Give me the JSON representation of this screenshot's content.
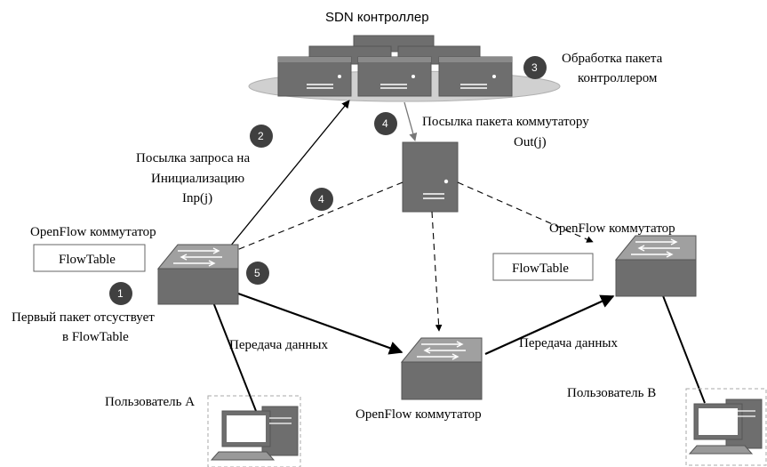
{
  "title": "SDN контроллер",
  "labels": {
    "controller_processing": [
      "Обработка пакета",
      "контроллером"
    ],
    "send_to_switch": [
      "Посылка пакета коммутатору",
      "Out(j)"
    ],
    "init_request": [
      "Посылка запроса на",
      "Инициализацию",
      "Inp(j)"
    ],
    "switch_left": "OpenFlow коммутатор",
    "switch_right": "OpenFlow коммутатор",
    "switch_bottom": "OpenFlow коммутатор",
    "flowtable_left": "FlowTable",
    "flowtable_right": "FlowTable",
    "first_packet": [
      "Первый пакет отсуствует",
      "в FlowTable"
    ],
    "data_left": "Передача данных",
    "data_right": "Передача данных",
    "user_a": "Пользователь А",
    "user_b": "Пользователь В"
  },
  "badges": {
    "b1": "1",
    "b2": "2",
    "b3": "3",
    "b4_top": "4",
    "b4_mid": "4",
    "b5": "5"
  },
  "colors": {
    "device_fill": "#6e6e6e",
    "device_top": "#a0a0a0",
    "badge": "#404040",
    "ellipse": "#d0d0d0"
  }
}
